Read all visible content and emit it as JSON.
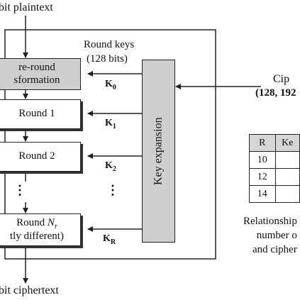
{
  "plaintext_label": "bit plaintext",
  "ciphertext_label": "bit ciphertext",
  "round_keys_label": "Round keys",
  "round_keys_bits": "(128 bits)",
  "pre_round_line1": "re-round",
  "pre_round_line2": "sformation",
  "round1": "Round 1",
  "round2": "Round 2",
  "last_round_line1_prefix": "Round ",
  "last_round_line1_var": "N",
  "last_round_line1_sub": "r",
  "last_round_line2": "tly different)",
  "key_expansion_label": "Key expansion",
  "keys": {
    "k0": {
      "base": "K",
      "sub": "0"
    },
    "k1": {
      "base": "K",
      "sub": "1"
    },
    "k2": {
      "base": "K",
      "sub": "2"
    },
    "kr": {
      "base": "K",
      "sub": "R"
    }
  },
  "ellipsis": "⋮",
  "cipher_key_label": "Cip",
  "cipher_key_bits": "(128, 192",
  "table": {
    "header": [
      "R",
      "Ke"
    ],
    "rows": [
      [
        "10",
        ""
      ],
      [
        "12",
        ""
      ],
      [
        "14",
        ""
      ]
    ]
  },
  "caption_lines": [
    "Relationship",
    "number o",
    "and cipher"
  ]
}
